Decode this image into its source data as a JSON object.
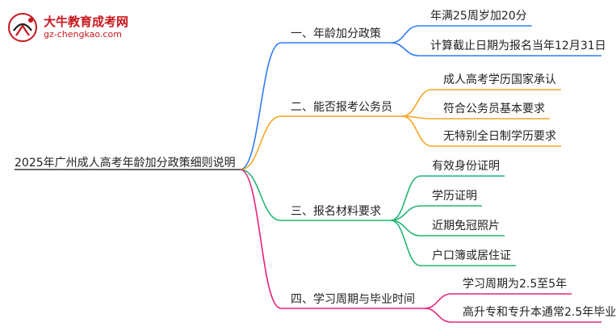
{
  "logo": {
    "title": "大牛教育成考网",
    "url": "gz-chengkao.com",
    "mark_text": "大牛"
  },
  "root": "2025年广州成人高考年龄加分政策细则说明",
  "branches": [
    {
      "label": "一、年龄加分政策",
      "color": "#2f7df6",
      "children": [
        "年满25周岁加20分",
        "计算截止日期为报名当年12月31日"
      ]
    },
    {
      "label": "二、能否报考公务员",
      "color": "#f5a623",
      "children": [
        "成人高考学历国家承认",
        "符合公务员基本要求",
        "无特别全日制学历要求"
      ]
    },
    {
      "label": "三、报名材料要求",
      "color": "#22b573",
      "children": [
        "有效身份证明",
        "学历证明",
        "近期免冠照片",
        "户口簿或居住证"
      ]
    },
    {
      "label": "四、学习周期与毕业时间",
      "color": "#e8237a",
      "children": [
        "学习周期为2.5至5年",
        "高升专和专升本通常2.5年毕业"
      ]
    }
  ]
}
